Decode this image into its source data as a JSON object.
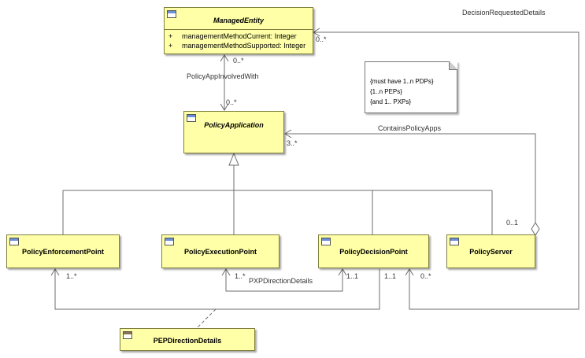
{
  "classes": {
    "managed_entity": {
      "name": "ManagedEntity",
      "attributes": [
        {
          "vis": "+",
          "text": "managementMethodCurrent: Integer"
        },
        {
          "vis": "+",
          "text": "managementMethodSupported: Integer"
        }
      ]
    },
    "policy_application": {
      "name": "PolicyApplication"
    },
    "policy_enforcement_point": {
      "name": "PolicyEnforcementPoint"
    },
    "policy_execution_point": {
      "name": "PolicyExecutionPoint"
    },
    "policy_decision_point": {
      "name": "PolicyDecisionPoint"
    },
    "policy_server": {
      "name": "PolicyServer"
    },
    "pep_direction_details": {
      "name": "PEPDirectionDetails"
    }
  },
  "labels": {
    "decision_requested_details": "DecisionRequestedDetails",
    "policy_app_involved_with": "PolicyAppInvolvedWith",
    "contains_policy_apps": "ContainsPolicyApps",
    "pxp_direction_details": "PXPDirectionDetails"
  },
  "multiplicities": {
    "me_right": "0..*",
    "me_bottom": "0..*",
    "pa_top": "0..*",
    "pa_right": "3..*",
    "ps_top": "0..1",
    "pep_bottom": "1..*",
    "pxp_bottom": "1..*",
    "pdp_left": "1..1",
    "pdp_mid": "1..1",
    "pdp_right": "0..*"
  },
  "note": {
    "lines": [
      "{must have 1..n PDPs}",
      "{1..n PEPs}",
      "{and 1.. PXPs}"
    ]
  }
}
